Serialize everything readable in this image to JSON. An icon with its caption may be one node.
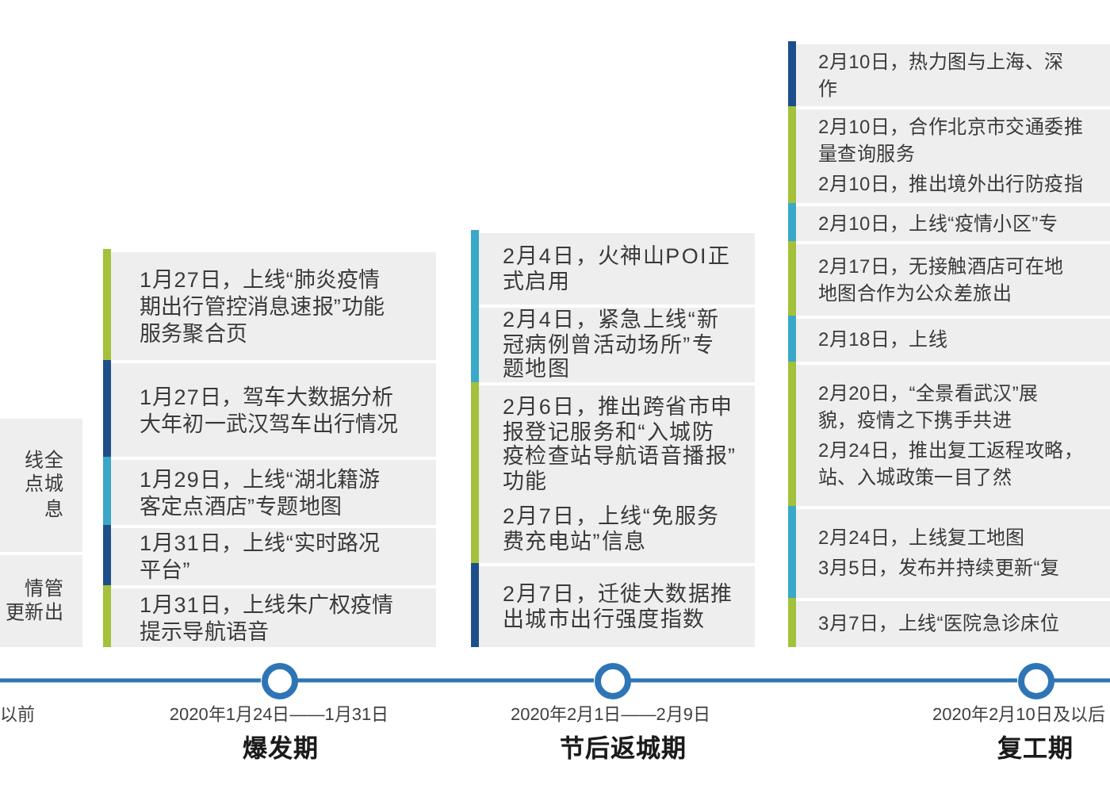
{
  "diagram": {
    "nodes": [
      {
        "text": [
          "线全点城息"
        ]
      },
      {
        "text": [
          "情管更新出"
        ]
      },
      {
        "text": [
          "1月27日，上线“肺炎疫情期出行管控消息速报”功能服务聚合页"
        ]
      },
      {
        "text": [
          "1月27日，驾车大数据分析大年初一武汉驾车出行情况"
        ]
      },
      {
        "text": [
          "1月29日，上线“湖北籍游客定点酒店”专题地图"
        ]
      },
      {
        "text": [
          "1月31日，上线“实时路况平台”"
        ]
      },
      {
        "text": [
          "1月31日，上线朱广权疫情提示导航语音"
        ]
      },
      {
        "text": [
          "2月4日，火神山POI正式启用"
        ]
      },
      {
        "text": [
          "2月4日，紧急上线“新冠病例曾活动场所”专题地图"
        ]
      },
      {
        "text": [
          "2月6日，推出跨省市申报登记服务和“入城防疫检查站导航语音播报”功能",
          "2月7日，上线“免服务费充电站”信息"
        ]
      },
      {
        "text": [
          "2月7日，迁徙大数据推出城市出行强度指数"
        ]
      },
      {
        "text": [
          "2月10日，热力图与上海、深作"
        ]
      },
      {
        "text": [
          "2月10日，合作北京市交通委推量查询服务",
          "2月10日，推出境外出行防疫指"
        ]
      },
      {
        "text": [
          "2月10日，上线“疫情小区”专"
        ]
      },
      {
        "text": [
          "2月17日，无接触酒店可在地地图合作为公众差旅出"
        ]
      },
      {
        "text": [
          "2月18日，上线"
        ]
      },
      {
        "text": [
          "2月20日，“全景看武汉”展貌，疫情之下携手共进",
          "2月24日，推出复工返程攻略，站、入城政策一目了然"
        ]
      },
      {
        "text": [
          "2月24日，上线复工地图",
          "3月5日，发布并持续更新“复"
        ]
      },
      {
        "text": [
          "3月7日，上线“医院急诊床位"
        ]
      },
      {
        "text": [],
        "shape": "circle",
        "beside": [
          "2020年1月24日——1月31日",
          "爆发期"
        ]
      },
      {
        "text": [],
        "shape": "circle",
        "beside": [
          "2020年2月1日——2月9日",
          "节后返城期"
        ]
      },
      {
        "text": [],
        "shape": "circle",
        "beside": [
          "2020年2月10日及以后",
          "复工期"
        ]
      }
    ],
    "edges": [
      {
        "from": null,
        "to": 19,
        "arrow": "none"
      },
      {
        "from": 19,
        "to": 20,
        "arrow": "none"
      },
      {
        "from": 20,
        "to": 21,
        "arrow": "none"
      },
      {
        "from": 21,
        "to": null,
        "arrow": "none"
      }
    ],
    "labels": [
      "以前"
    ]
  }
}
